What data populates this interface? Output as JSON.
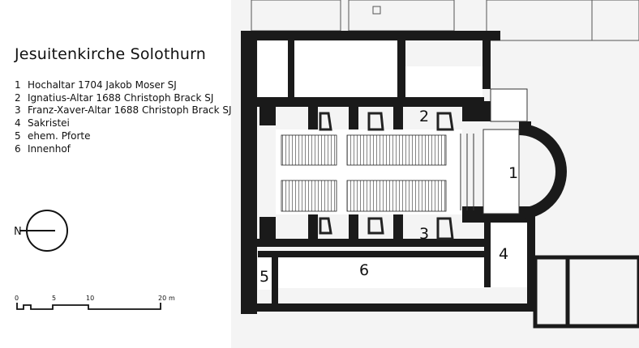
{
  "title": "Jesuitenkirche Solothurn",
  "legend": [
    {
      "num": "1",
      "text": "Hochaltar 1704 Jakob Moser SJ"
    },
    {
      "num": "2",
      "text": "Ignatius-Altar 1688 Christoph Brack SJ"
    },
    {
      "num": "3",
      "text": "Franz-Xaver-Altar 1688 Christoph Brack SJ"
    },
    {
      "num": "4",
      "text": "Sakristei"
    },
    {
      "num": "5",
      "text": "ehem. Pforte"
    },
    {
      "num": "6",
      "text": "Innenhof"
    }
  ],
  "north_label": "N",
  "scale": {
    "ticks": [
      "0",
      "5",
      "10",
      "20"
    ],
    "unit": "m"
  },
  "plan_labels": [
    "1",
    "2",
    "3",
    "4",
    "5",
    "6"
  ]
}
